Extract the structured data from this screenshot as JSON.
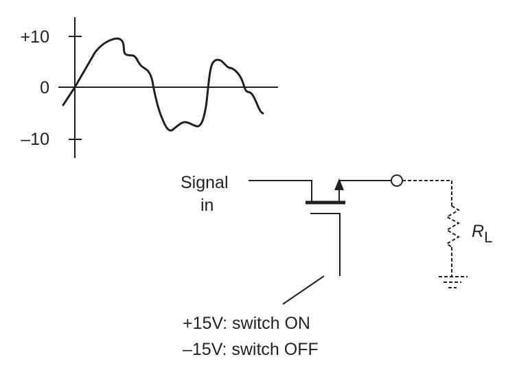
{
  "waveform": {
    "ticks": [
      {
        "value": 10,
        "label": "+10"
      },
      {
        "value": 0,
        "label": "0"
      },
      {
        "value": -10,
        "label": "–10"
      }
    ]
  },
  "circuit": {
    "signal_label_line1": "Signal",
    "signal_label_line2": "in",
    "load_label_main": "R",
    "load_label_sub": "L",
    "gate_note_on": "+15V: switch ON",
    "gate_note_off": "–15V: switch OFF"
  },
  "colors": {
    "ink": "#231f20",
    "background": "#ffffff"
  }
}
